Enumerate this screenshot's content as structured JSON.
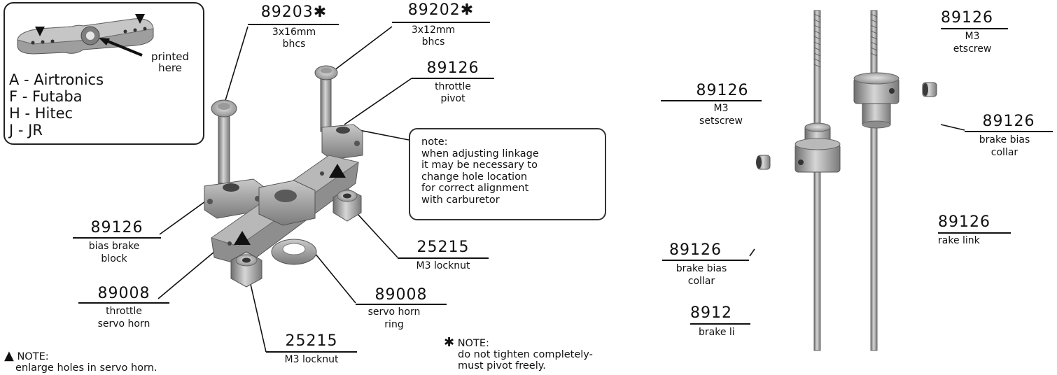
{
  "inset": {
    "printed_label": "printed here",
    "brands": [
      "A - Airtronics",
      "F - Futaba",
      "H - Hitec",
      "J - JR"
    ]
  },
  "labels": {
    "p89203": {
      "number": "89203",
      "line1": "3x16mm",
      "line2": "bhcs"
    },
    "p89202": {
      "number": "89202",
      "line1": "3x12mm",
      "line2": "bhcs"
    },
    "throttle_pivot": {
      "number": "89126",
      "line1": "throttle",
      "line2": "pivot"
    },
    "bias_brake_block": {
      "number": "89126",
      "line1": "bias brake",
      "line2": "block"
    },
    "servo_horn": {
      "number": "89008",
      "line1": "throttle",
      "line2": "servo horn"
    },
    "horn_ring": {
      "number": "89008",
      "line1": "servo horn",
      "line2": "ring"
    },
    "locknut_right": {
      "number": "25215",
      "line1": "M3 locknut"
    },
    "locknut_bottom": {
      "number": "25215",
      "line1": "M3 locknut"
    },
    "right_setscrew_top": {
      "number": "89126",
      "line1": "M3",
      "line2": "etscrew"
    },
    "left_setscrew": {
      "number": "89126",
      "line1": "M3",
      "line2": "setscrew"
    },
    "brake_bias_collar_right": {
      "number": "89126",
      "line1": "brake bias",
      "line2": "collar"
    },
    "brake_link_right": {
      "number": "89126",
      "line1": "rake link"
    },
    "brake_bias_collar_left": {
      "number": "89126",
      "line1": "brake bias",
      "line2": "collar"
    },
    "brake_link_left": {
      "number": "8912",
      "line1": "brake li"
    }
  },
  "note_box": {
    "title": "note:",
    "lines": [
      "when adjusting linkage",
      "it may be necessary to",
      "change hole location",
      "for correct alignment",
      "with carburetor"
    ]
  },
  "footnotes": {
    "triangle": {
      "title": "NOTE:",
      "text": "enlarge holes in servo horn."
    },
    "star": {
      "title": "NOTE:",
      "line1": "do not tighten completely-",
      "line2": "must pivot freely."
    }
  }
}
